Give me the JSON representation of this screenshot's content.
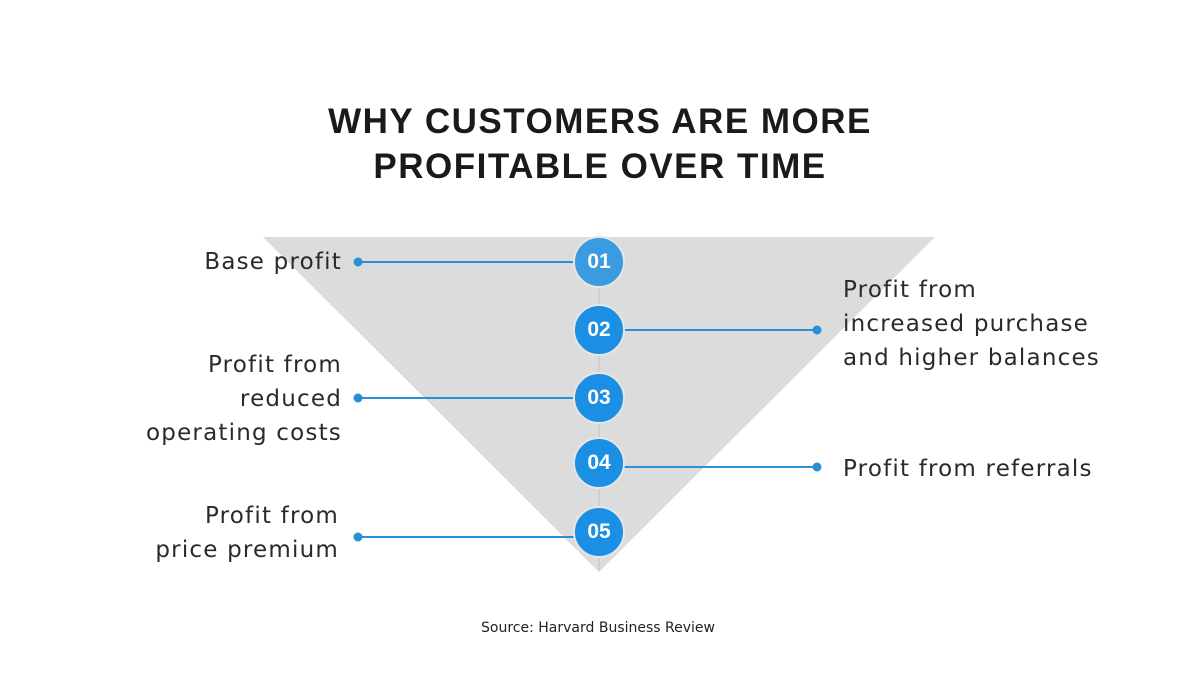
{
  "title_lines": [
    "WHY CUSTOMERS ARE MORE",
    "PROFITABLE OVER TIME"
  ],
  "colors": {
    "accent": "#1a8fe3",
    "accent_light": "#3a9be0",
    "funnel": "#dcdcdc"
  },
  "items": [
    {
      "number": "01",
      "lines": [
        "Base profit"
      ]
    },
    {
      "number": "02",
      "lines": [
        "Profit from",
        "increased purchase",
        "and higher balances"
      ]
    },
    {
      "number": "03",
      "lines": [
        "Profit from",
        "reduced",
        "operating costs"
      ]
    },
    {
      "number": "04",
      "lines": [
        "Profit from referrals"
      ]
    },
    {
      "number": "05",
      "lines": [
        "Profit from",
        "price premium"
      ]
    }
  ],
  "source": "Source: Harvard Business Review"
}
